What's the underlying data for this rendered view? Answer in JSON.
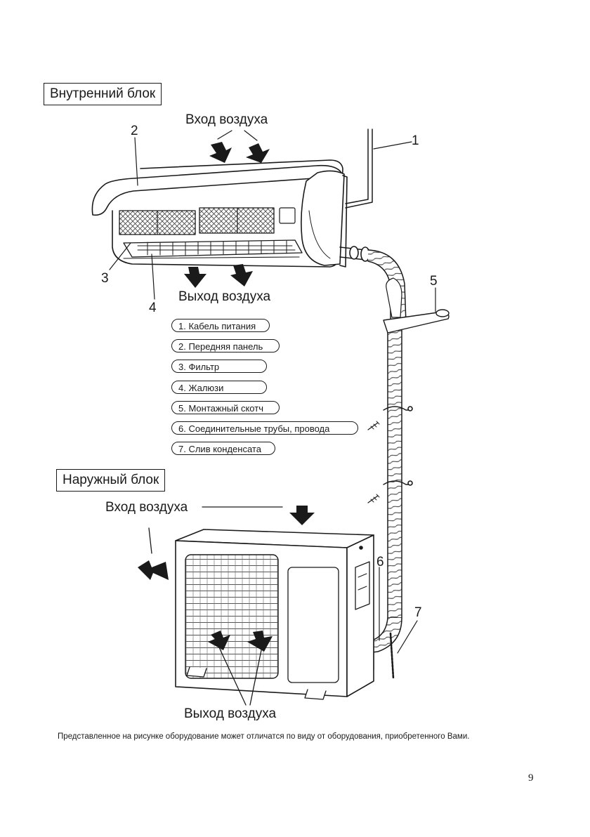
{
  "indoor": {
    "title": "Внутренний блок",
    "air_in": "Вход воздуха",
    "air_out": "Выход воздуха"
  },
  "outdoor": {
    "title": "Наружный блок",
    "air_in": "Вход воздуха",
    "air_out": "Выход воздуха"
  },
  "callouts": [
    "1",
    "2",
    "3",
    "4",
    "5",
    "6",
    "7"
  ],
  "legend": [
    "1. Кабель питания",
    "2. Передняя панель",
    "3. Фильтр",
    "4. Жалюзи",
    "5. Монтажный скотч",
    "6. Соединительные трубы, провода",
    "7. Слив конденсата"
  ],
  "footnote": "Представленное на рисунке оборудование может отличатся по виду от оборудования, приобретенного Вами.",
  "page_number": "9",
  "colors": {
    "ink": "#1a1a1a",
    "paper": "#ffffff",
    "gray": "#9a9a9a"
  }
}
